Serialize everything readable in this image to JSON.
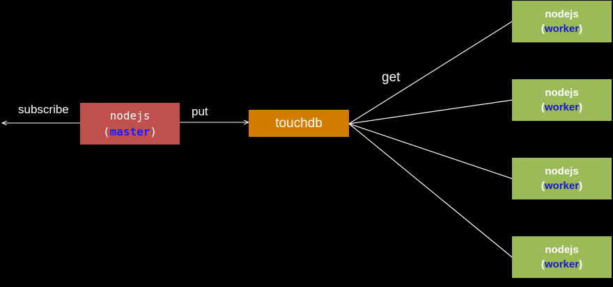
{
  "edges": {
    "subscribe_label": "subscribe",
    "put_label": "put",
    "get_label": "get"
  },
  "master": {
    "name": "nodejs",
    "open": "(",
    "role": "master",
    "close": ")"
  },
  "store": {
    "name": "touchdb"
  },
  "workers": [
    {
      "name": "nodejs",
      "open": "(",
      "role": "worker",
      "close": ")"
    },
    {
      "name": "nodejs",
      "open": "(",
      "role": "worker",
      "close": ")"
    },
    {
      "name": "nodejs",
      "open": "(",
      "role": "worker",
      "close": ")"
    },
    {
      "name": "nodejs",
      "open": "(",
      "role": "worker",
      "close": ")"
    }
  ],
  "colors": {
    "background": "#000000",
    "master_fill": "#c0504d",
    "store_fill": "#d27d00",
    "worker_fill": "#9bbb59",
    "role_text": "#1a1aff",
    "line": "#ffffff"
  }
}
